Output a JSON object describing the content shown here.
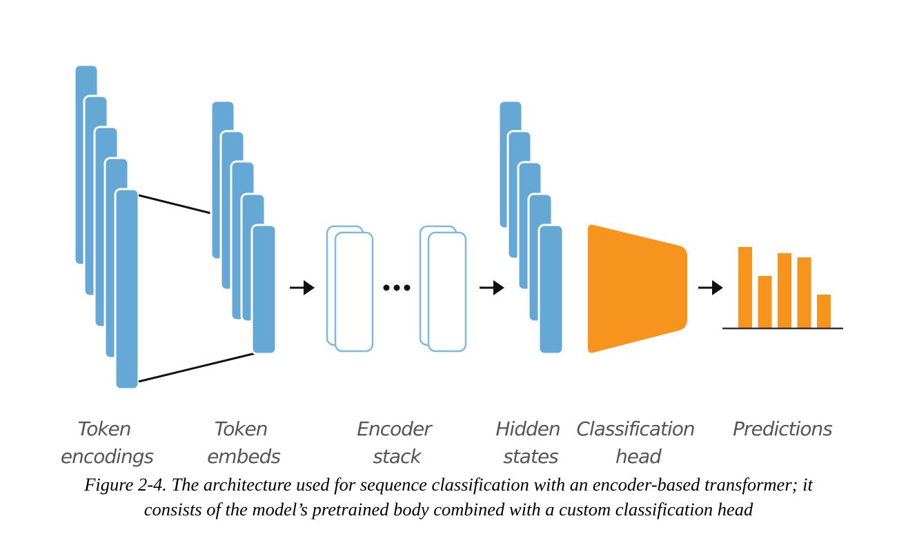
{
  "labels": {
    "token_encodings": [
      "Token",
      "encodings"
    ],
    "token_embeds": [
      "Token",
      "embeds"
    ],
    "encoder_stack": [
      "Encoder",
      "stack"
    ],
    "hidden_states": [
      "Hidden",
      "states"
    ],
    "classification_head": [
      "Classification",
      "head"
    ],
    "predictions": [
      "Predictions"
    ]
  },
  "caption": {
    "line1": "Figure 2-4. The architecture used for sequence classification with an encoder-based transformer; it",
    "line2": "consists of the model’s pretrained body combined with a custom classification head"
  },
  "prediction_bars": [
    0.78,
    0.5,
    0.72,
    0.68,
    0.32
  ],
  "colors": {
    "blue": "#65a8d6",
    "orange": "#f7941d",
    "outline_blue": "#7fb8e0",
    "label_gray": "#555555",
    "line": "#111111"
  }
}
